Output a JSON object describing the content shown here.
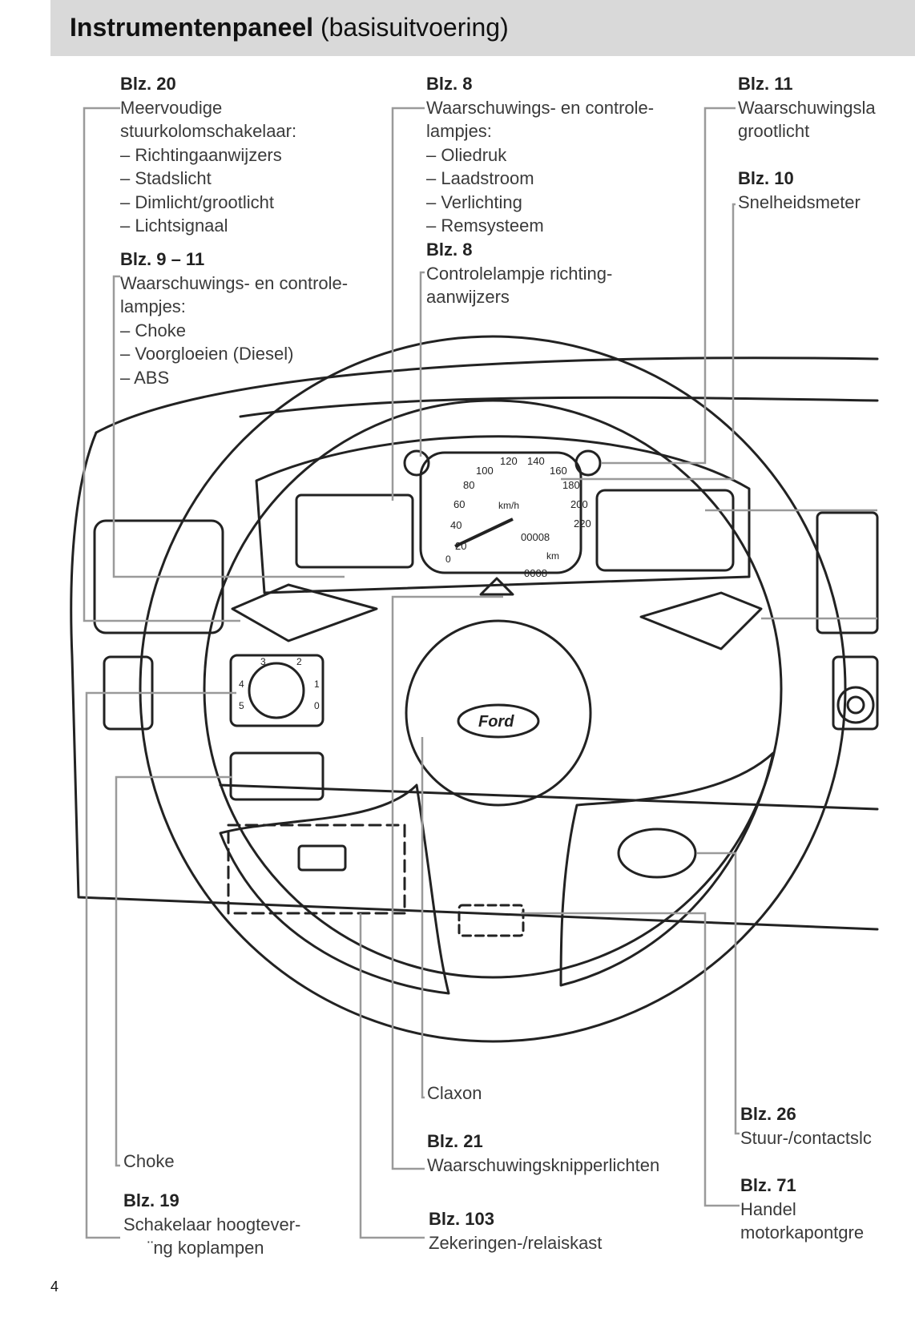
{
  "header": {
    "title_bold": "Instrumentenpaneel",
    "title_rest": "(basisuitvoering)"
  },
  "callouts": {
    "c1": {
      "ref": "Blz. 20",
      "lines": [
        "Meervoudige",
        "stuurkolomschakelaar:",
        "– Richtingaanwijzers",
        "– Stadslicht",
        "– Dimlicht/grootlicht",
        "– Lichtsignaal"
      ]
    },
    "c2": {
      "ref": "Blz. 9 – 11",
      "lines": [
        "Waarschuwings- en controle-",
        "lampjes:",
        "– Choke",
        "– Voorgloeien (Diesel)",
        "– ABS"
      ]
    },
    "c3": {
      "ref": "Blz. 8",
      "lines": [
        "Waarschuwings- en controle-",
        "lampjes:",
        "– Oliedruk",
        "– Laadstroom",
        "– Verlichting",
        "– Remsysteem"
      ]
    },
    "c4": {
      "ref": "Blz. 8",
      "lines": [
        "Controlelampje richting-",
        "aanwijzers"
      ]
    },
    "c5": {
      "ref": "Blz. 11",
      "lines": [
        "Waarschuwingsla",
        "grootlicht"
      ]
    },
    "c6": {
      "ref": "Blz. 10",
      "lines": [
        "Snelheidsmeter"
      ]
    },
    "c7": {
      "ref": "",
      "lines": [
        "Claxon"
      ]
    },
    "c8": {
      "ref": "Blz. 21",
      "lines": [
        "Waarschuwingsknipperlichten"
      ]
    },
    "c9": {
      "ref": "Blz. 103",
      "lines": [
        "Zekeringen-/relaiskast"
      ]
    },
    "c10": {
      "ref": "",
      "lines": [
        "Choke"
      ]
    },
    "c11": {
      "ref": "Blz. 19",
      "lines": [
        "Schakelaar hoogtever-",
        "¨ng koplampen"
      ]
    },
    "c12": {
      "ref": "Blz. 26",
      "lines": [
        "Stuur-/contactslc"
      ]
    },
    "c13": {
      "ref": "Blz. 71",
      "lines": [
        "Handel",
        "motorkapontgre"
      ]
    }
  },
  "illustration": {
    "speedometer_labels": [
      "20",
      "40",
      "60",
      "80",
      "100",
      "120",
      "140",
      "160",
      "180",
      "200",
      "220"
    ],
    "speed_unit": "km/h",
    "odometer": "00008",
    "trip": "0008",
    "distance_unit": "km",
    "zero_label": "0",
    "logo_text": "Ford",
    "light_switch_positions": [
      "1",
      "2",
      "3",
      "4",
      "5",
      "0"
    ]
  },
  "page": {
    "number": "4"
  }
}
